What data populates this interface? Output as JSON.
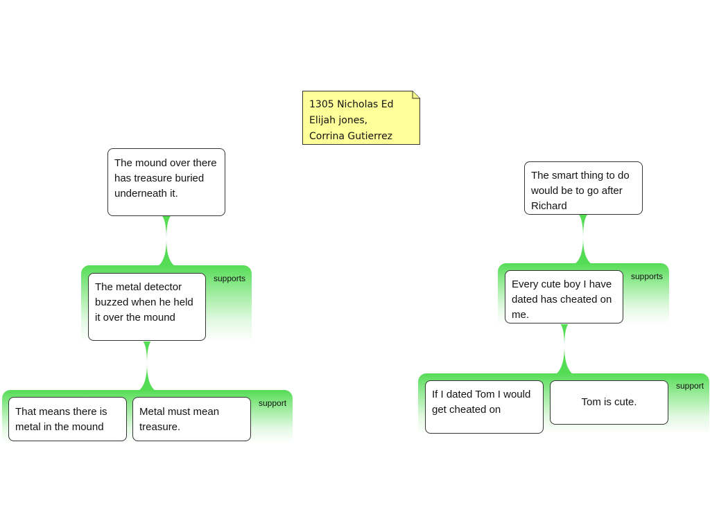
{
  "note": {
    "lines": [
      "1305 Nicholas Ed",
      "Elijah jones,",
      "Corrina Gutierrez"
    ]
  },
  "left_tree": {
    "claim": "The mound over there has treasure buried underneath it.",
    "support_group": {
      "label": "supports",
      "reason": "The metal detector buzzed when he held it over the mound"
    },
    "sub_group": {
      "label": "support",
      "premises": [
        "That means there is metal in the mound",
        "Metal must mean treasure."
      ]
    }
  },
  "right_tree": {
    "claim": "The smart thing to do would be to go after Richard",
    "support_group": {
      "label": "supports",
      "reason": "Every cute boy I have dated has cheated on me."
    },
    "sub_group": {
      "label": "support",
      "premises": [
        "If I dated Tom I would get cheated on",
        "Tom is cute."
      ]
    }
  },
  "colors": {
    "band_green": "#55dc55",
    "note_yellow": "#ffff99",
    "node_border": "#333333"
  }
}
